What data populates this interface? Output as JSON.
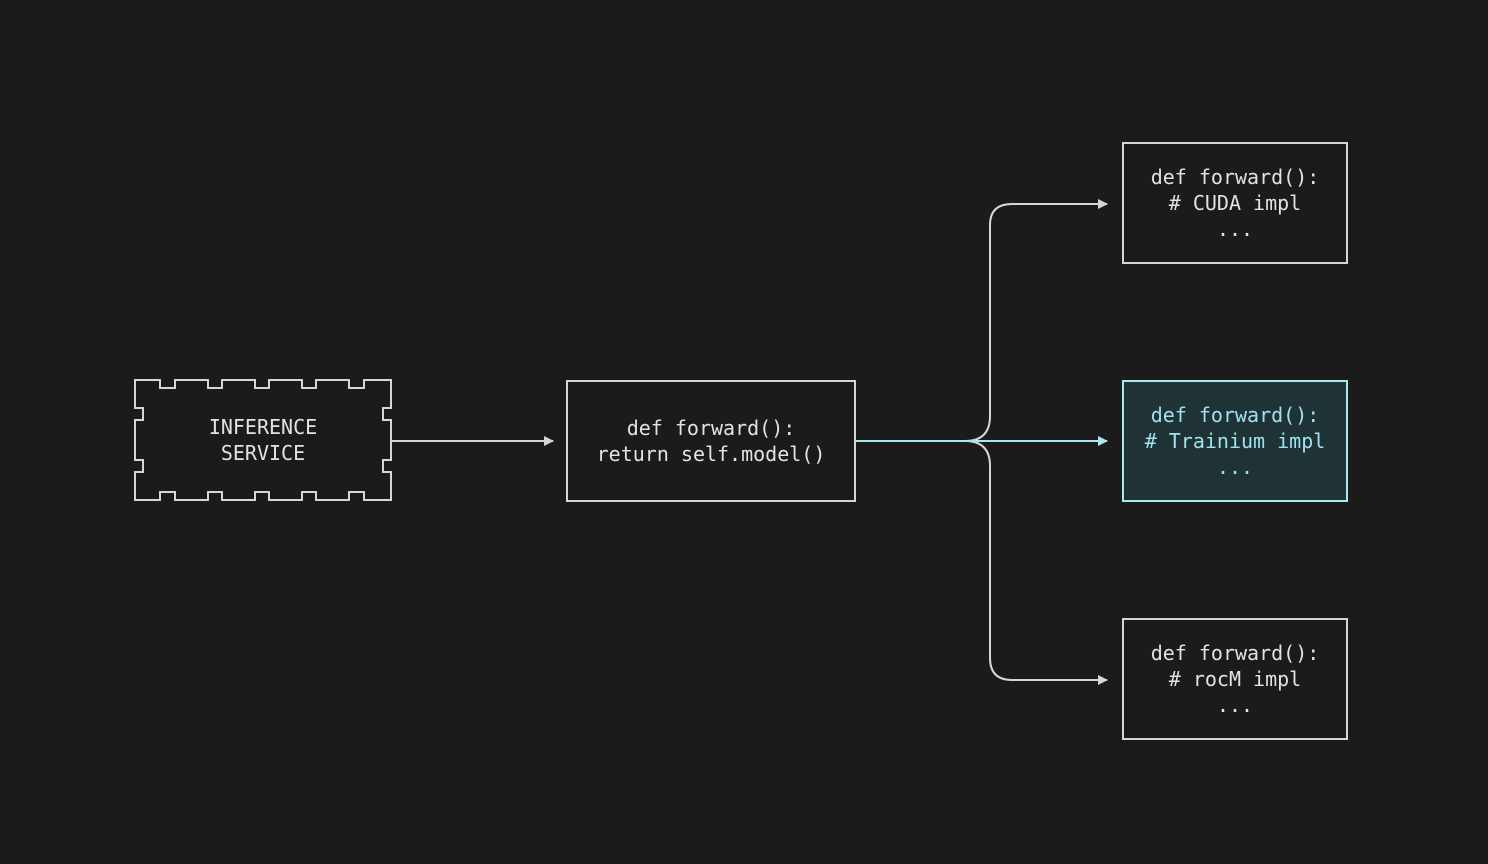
{
  "nodes": {
    "service": {
      "lines": [
        "INFERENCE",
        "SERVICE"
      ]
    },
    "dispatch": {
      "lines": [
        "def forward():",
        "return self.model()"
      ]
    },
    "cuda": {
      "lines": [
        "def forward():",
        "# CUDA impl",
        "..."
      ]
    },
    "trainium": {
      "lines": [
        "def forward():",
        "# Trainium impl",
        "..."
      ]
    },
    "rocm": {
      "lines": [
        "def forward():",
        "# rocM impl",
        "..."
      ]
    }
  },
  "colors": {
    "background": "#1b1b1b",
    "stroke": "#d6d6d2",
    "text": "#e2e2de",
    "highlight_stroke": "#a9e8ef",
    "highlight_text": "#9fe2ea",
    "highlight_fill": "#1f3236"
  },
  "highlighted_path": "trainium"
}
